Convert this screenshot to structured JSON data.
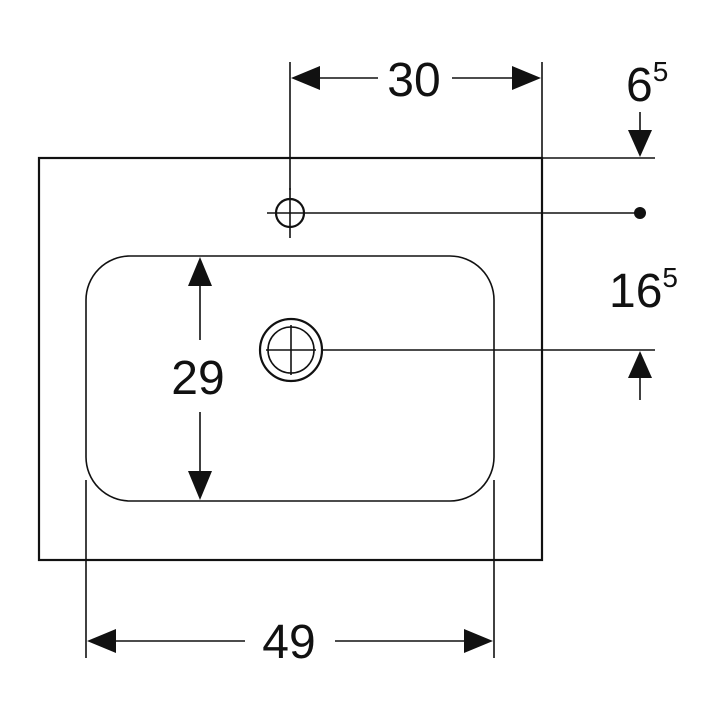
{
  "dimensions": {
    "hole_spacing": {
      "value": "30"
    },
    "top_offset": {
      "main": "6",
      "sup": "5"
    },
    "overflow_offset": {
      "main": "16",
      "sup": "5"
    },
    "basin_depth": {
      "value": "29"
    },
    "basin_width": {
      "value": "49"
    }
  },
  "colors": {
    "line": "#111111",
    "background": "#ffffff"
  },
  "icons": {
    "tap_hole": "crosshair-circle-icon",
    "drain": "drain-circle-icon"
  }
}
